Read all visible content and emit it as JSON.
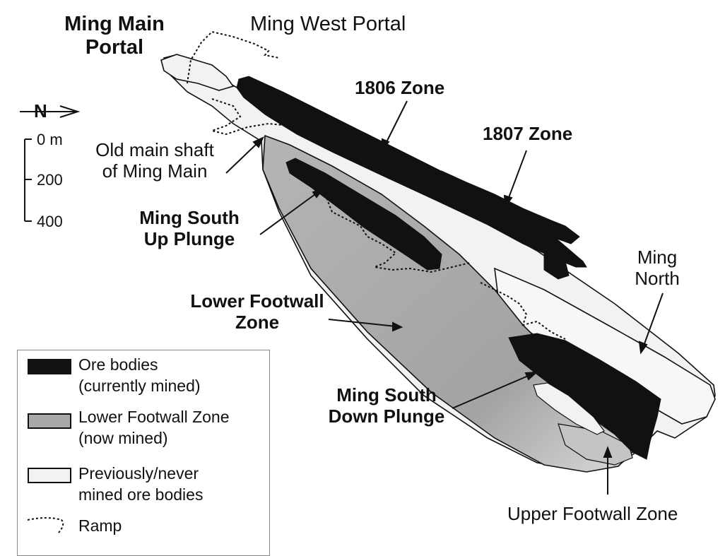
{
  "labels": {
    "ming_main_portal": [
      "Ming Main",
      "Portal"
    ],
    "ming_west_portal": "Ming West Portal",
    "zone_1806": "1806 Zone",
    "zone_1807": "1807 Zone",
    "old_main_shaft": [
      "Old main shaft",
      "of Ming Main"
    ],
    "ming_south_up_plunge": [
      "Ming South",
      "Up Plunge"
    ],
    "lower_footwall_zone": [
      "Lower Footwall",
      "Zone"
    ],
    "ming_north": [
      "Ming",
      "North"
    ],
    "ming_south_down_plunge": [
      "Ming South",
      "Down Plunge"
    ],
    "upper_footwall_zone": "Upper Footwall Zone"
  },
  "north_arrow": {
    "letter": "N"
  },
  "scale": {
    "ticks": [
      "0 m",
      "200",
      "400"
    ]
  },
  "legend": {
    "items": [
      {
        "lines": [
          "Ore bodies",
          "(currently mined)"
        ],
        "swatch": "solid-black",
        "color": "#111111"
      },
      {
        "lines": [
          "Lower Footwall Zone",
          "(now mined)"
        ],
        "swatch": "gray",
        "color": "#a9a9a9"
      },
      {
        "lines": [
          "Previously/never",
          "mined ore bodies"
        ],
        "swatch": "white",
        "color": "#f2f2f2"
      },
      {
        "lines": [
          "Ramp"
        ],
        "swatch": "dotted-line",
        "color": "#111111"
      }
    ]
  },
  "colors": {
    "ore": "#111111",
    "lower_footwall": "#a9a9a9",
    "previous": "#f2f2f2",
    "outline": "#111111"
  }
}
